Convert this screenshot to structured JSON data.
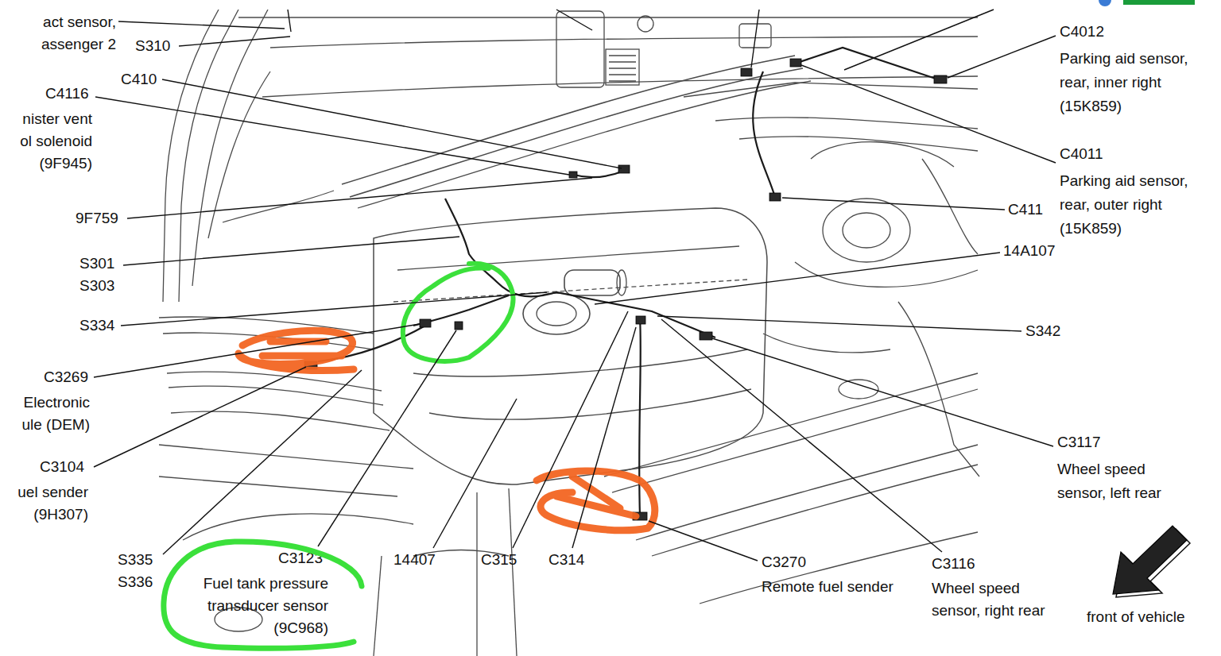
{
  "diagram": {
    "nodes": [
      {
        "text": [
          "Fuel tank pressure transducer sensor (9C968)"
        ]
      }
    ],
    "labels": [
      "act sensor, assenger 2",
      "S310",
      "C410",
      "C4116",
      "nister vent ol solenoid (9F945)",
      "9F759",
      "S301",
      "S303",
      "S334",
      "C3269",
      "Electronic ule (DEM)",
      "C3104",
      "uel sender (9H307)",
      "S335",
      "S336",
      "C3123",
      "14407",
      "C315",
      "C314",
      "C3270",
      "Remote fuel sender",
      "C3116",
      "Wheel speed sensor, right rear",
      "front of vehicle",
      "C4012",
      "Parking aid sensor, rear, inner right (15K859)",
      "C4011",
      "Parking aid sensor, rear, outer right (15K859)",
      "C411",
      "14A107",
      "S342",
      "C3117",
      "Wheel speed sensor, left rear"
    ]
  }
}
